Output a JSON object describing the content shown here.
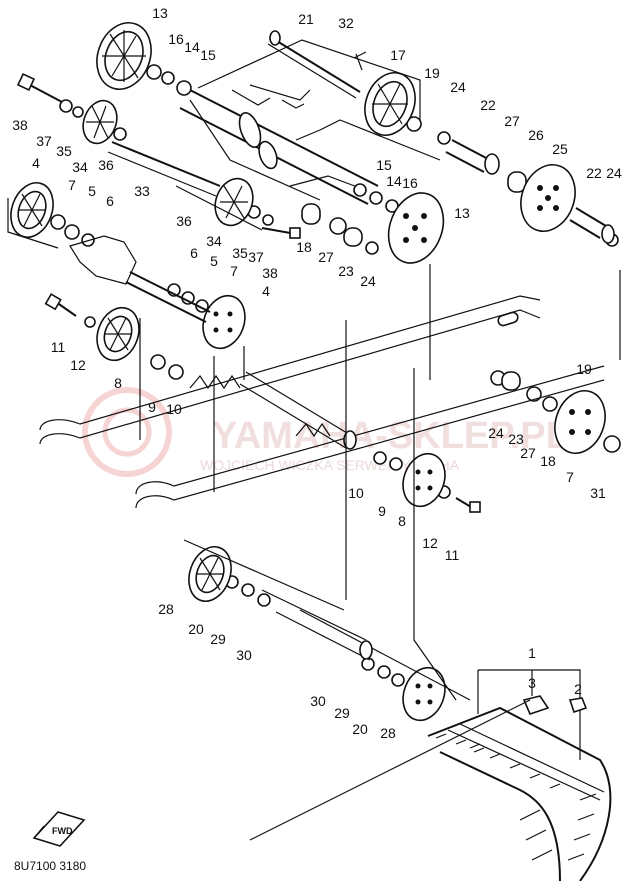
{
  "labels": [
    "1",
    "2",
    "3",
    "4",
    "5",
    "6",
    "7",
    "8",
    "9",
    "10",
    "11",
    "12",
    "13",
    "14",
    "15",
    "16",
    "17",
    "18",
    "19",
    "20",
    "21",
    "22",
    "23",
    "24",
    "25",
    "26",
    "27",
    "28",
    "29",
    "30",
    "31",
    "32",
    "33",
    "34",
    "35",
    "36",
    "37",
    "38"
  ],
  "watermark": {
    "line1": "YAMAHA-SKLEP.PL",
    "line2": "WOJCIECH WICZKA SERWER YAMAHA"
  },
  "drawing_code": "8U7100 3180",
  "arrow_label": "FWD",
  "colors": {
    "ink": "#111111",
    "watermark": "#e9c9c9",
    "background": "#ffffff"
  },
  "icons": [
    "wheel-icon",
    "forward-arrow-icon",
    "logo-icon"
  ]
}
